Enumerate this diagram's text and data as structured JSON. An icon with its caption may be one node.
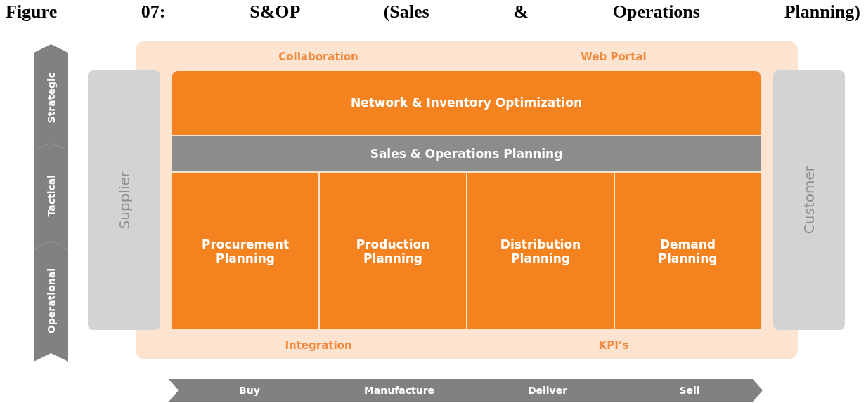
{
  "diagram": {
    "title": "Figure 07: S&OP (Sales & Operations Planning)",
    "nodes": [
      {
        "text": [
          "Collaboration",
          "Web Portal",
          "Integration",
          "KPI’s"
        ]
      },
      {
        "text": [
          "Network & Inventory Optimization"
        ],
        "in": 0
      },
      {
        "text": [
          "Sales & Operations Planning"
        ],
        "in": 0
      },
      {
        "text": [
          "Procurement Planning"
        ],
        "in": 0
      },
      {
        "text": [
          "Production Planning"
        ],
        "in": 0
      },
      {
        "text": [
          "Distribution Planning"
        ],
        "in": 0
      },
      {
        "text": [
          "Demand Planning"
        ],
        "in": 0
      },
      {
        "text": [
          "Supplier"
        ]
      },
      {
        "text": [
          "Customer"
        ]
      },
      {
        "text": [
          "Strategic"
        ]
      },
      {
        "text": [
          "Tactical"
        ]
      },
      {
        "text": [
          "Operational"
        ]
      },
      {
        "text": [
          "Buy"
        ]
      },
      {
        "text": [
          "Manufacture"
        ]
      },
      {
        "text": [
          "Deliver"
        ]
      },
      {
        "text": [
          "Sell"
        ]
      }
    ]
  }
}
